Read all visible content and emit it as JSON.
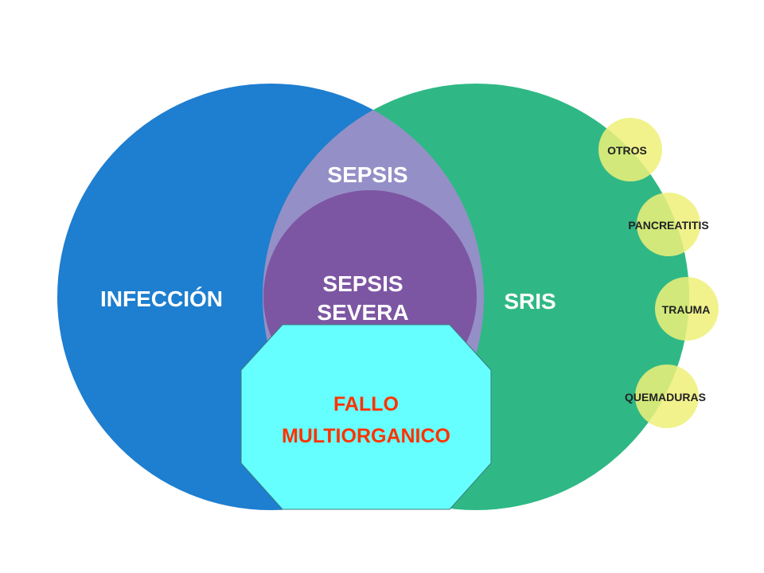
{
  "diagram": {
    "circles": {
      "infeccion": {
        "label": "INFECCIÓN",
        "color": "#1e7ecf"
      },
      "sris": {
        "label": "SRIS",
        "color": "#2fb885"
      },
      "sepsis": {
        "label": "SEPSIS",
        "color": "#958fc7"
      },
      "sepsis_severa": {
        "line1": "SEPSIS",
        "line2": "SEVERA",
        "color": "#7d56a3"
      }
    },
    "causes": [
      {
        "label": "OTROS"
      },
      {
        "label": "PANCREATITIS"
      },
      {
        "label": "TRAUMA"
      },
      {
        "label": "QUEMADURAS"
      }
    ],
    "cause_color": "#eef078",
    "fallo": {
      "line1": "FALLO",
      "line2": "MULTIORGANICO",
      "fill": "#66ffff",
      "text_color": "#ff3300"
    }
  }
}
